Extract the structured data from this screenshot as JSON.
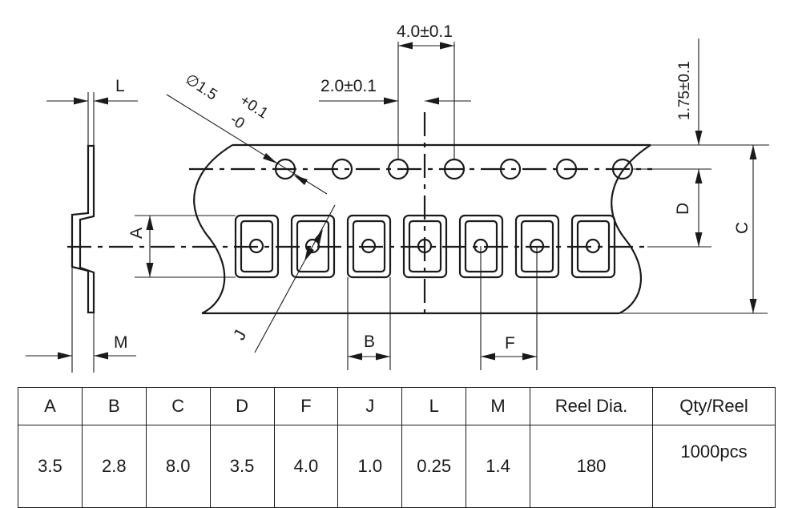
{
  "drawing": {
    "labels": {
      "L": "L",
      "M": "M",
      "A": "A",
      "B": "B",
      "C": "C",
      "D": "D",
      "F": "F",
      "J": "J",
      "hole_dia": "∅1.5",
      "hole_tol_plus": "+0.1",
      "hole_tol_minus": "-0",
      "pitch_holes": "4.0±0.1",
      "hole_to_pocket": "2.0±0.1",
      "edge_to_hole": "1.75±0.1"
    }
  },
  "table": {
    "headers": [
      "A",
      "B",
      "C",
      "D",
      "F",
      "J",
      "L",
      "M",
      "Reel Dia.",
      "Qty/Reel"
    ],
    "values": [
      "3.5",
      "2.8",
      "8.0",
      "3.5",
      "4.0",
      "1.0",
      "0.25",
      "1.4",
      "180",
      "1000pcs"
    ]
  }
}
